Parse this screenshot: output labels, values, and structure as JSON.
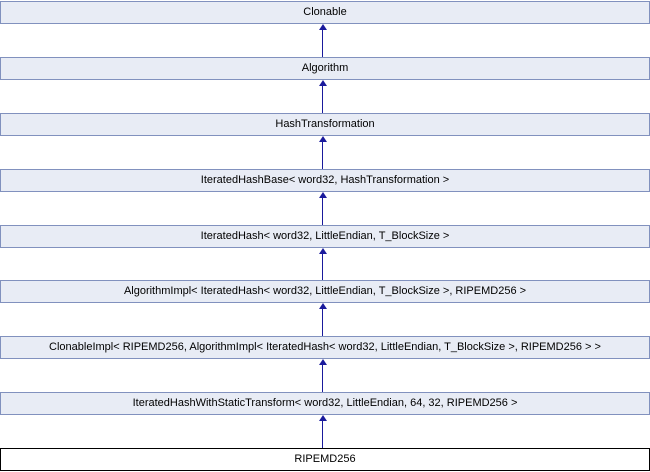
{
  "diagram": {
    "type": "class-inheritance",
    "orientation": "derived class at bottom, arrows point upward to base classes",
    "nodes": [
      {
        "label": "Clonable",
        "highlighted": false
      },
      {
        "label": "Algorithm",
        "highlighted": false
      },
      {
        "label": "HashTransformation",
        "highlighted": false
      },
      {
        "label": "IteratedHashBase< word32, HashTransformation >",
        "highlighted": false
      },
      {
        "label": "IteratedHash< word32, LittleEndian, T_BlockSize >",
        "highlighted": false
      },
      {
        "label": "AlgorithmImpl< IteratedHash< word32, LittleEndian, T_BlockSize >, RIPEMD256 >",
        "highlighted": false
      },
      {
        "label": "ClonableImpl< RIPEMD256, AlgorithmImpl< IteratedHash< word32, LittleEndian, T_BlockSize >, RIPEMD256 > >",
        "highlighted": false
      },
      {
        "label": "IteratedHashWithStaticTransform< word32, LittleEndian, 64, 32, RIPEMD256 >",
        "highlighted": false
      },
      {
        "label": "RIPEMD256",
        "highlighted": true
      }
    ],
    "edges": [
      {
        "from": "Algorithm",
        "to": "Clonable"
      },
      {
        "from": "HashTransformation",
        "to": "Algorithm"
      },
      {
        "from": "IteratedHashBase< word32, HashTransformation >",
        "to": "HashTransformation"
      },
      {
        "from": "IteratedHash< word32, LittleEndian, T_BlockSize >",
        "to": "IteratedHashBase< word32, HashTransformation >"
      },
      {
        "from": "AlgorithmImpl< IteratedHash< word32, LittleEndian, T_BlockSize >, RIPEMD256 >",
        "to": "IteratedHash< word32, LittleEndian, T_BlockSize >"
      },
      {
        "from": "ClonableImpl< RIPEMD256, AlgorithmImpl< IteratedHash< word32, LittleEndian, T_BlockSize >, RIPEMD256 > >",
        "to": "AlgorithmImpl< IteratedHash< word32, LittleEndian, T_BlockSize >, RIPEMD256 >"
      },
      {
        "from": "IteratedHashWithStaticTransform< word32, LittleEndian, 64, 32, RIPEMD256 >",
        "to": "ClonableImpl< RIPEMD256, AlgorithmImpl< IteratedHash< word32, LittleEndian, T_BlockSize >, RIPEMD256 > >"
      },
      {
        "from": "RIPEMD256",
        "to": "IteratedHashWithStaticTransform< word32, LittleEndian, 64, 32, RIPEMD256 >"
      }
    ],
    "colors": {
      "node_fill": "#e8ecf5",
      "node_border": "#8191be",
      "highlight_fill": "#ffffff",
      "highlight_border": "#000000",
      "arrow": "#1a1a9c",
      "text": "#000000",
      "background": "#ffffff"
    }
  }
}
